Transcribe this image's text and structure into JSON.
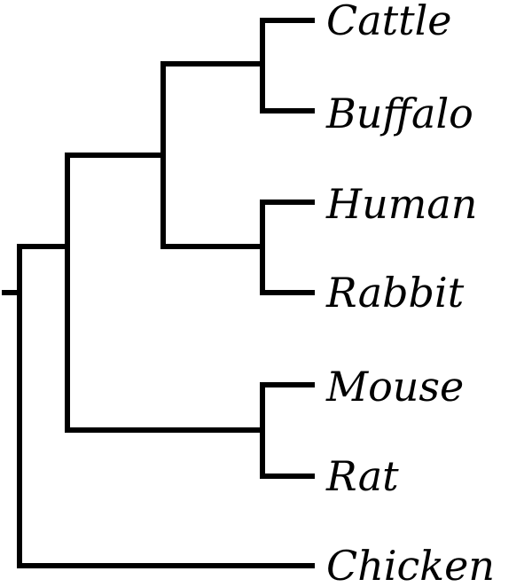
{
  "tree": {
    "line_color": "#000000",
    "taxa": [
      "Cattle",
      "Buffalo",
      "Human",
      "Rabbit",
      "Mouse",
      "Rat",
      "Chicken"
    ],
    "topology": "(((((Cattle,Buffalo),(Human,Rabbit)),(Mouse,Rat)),Chicken))"
  }
}
